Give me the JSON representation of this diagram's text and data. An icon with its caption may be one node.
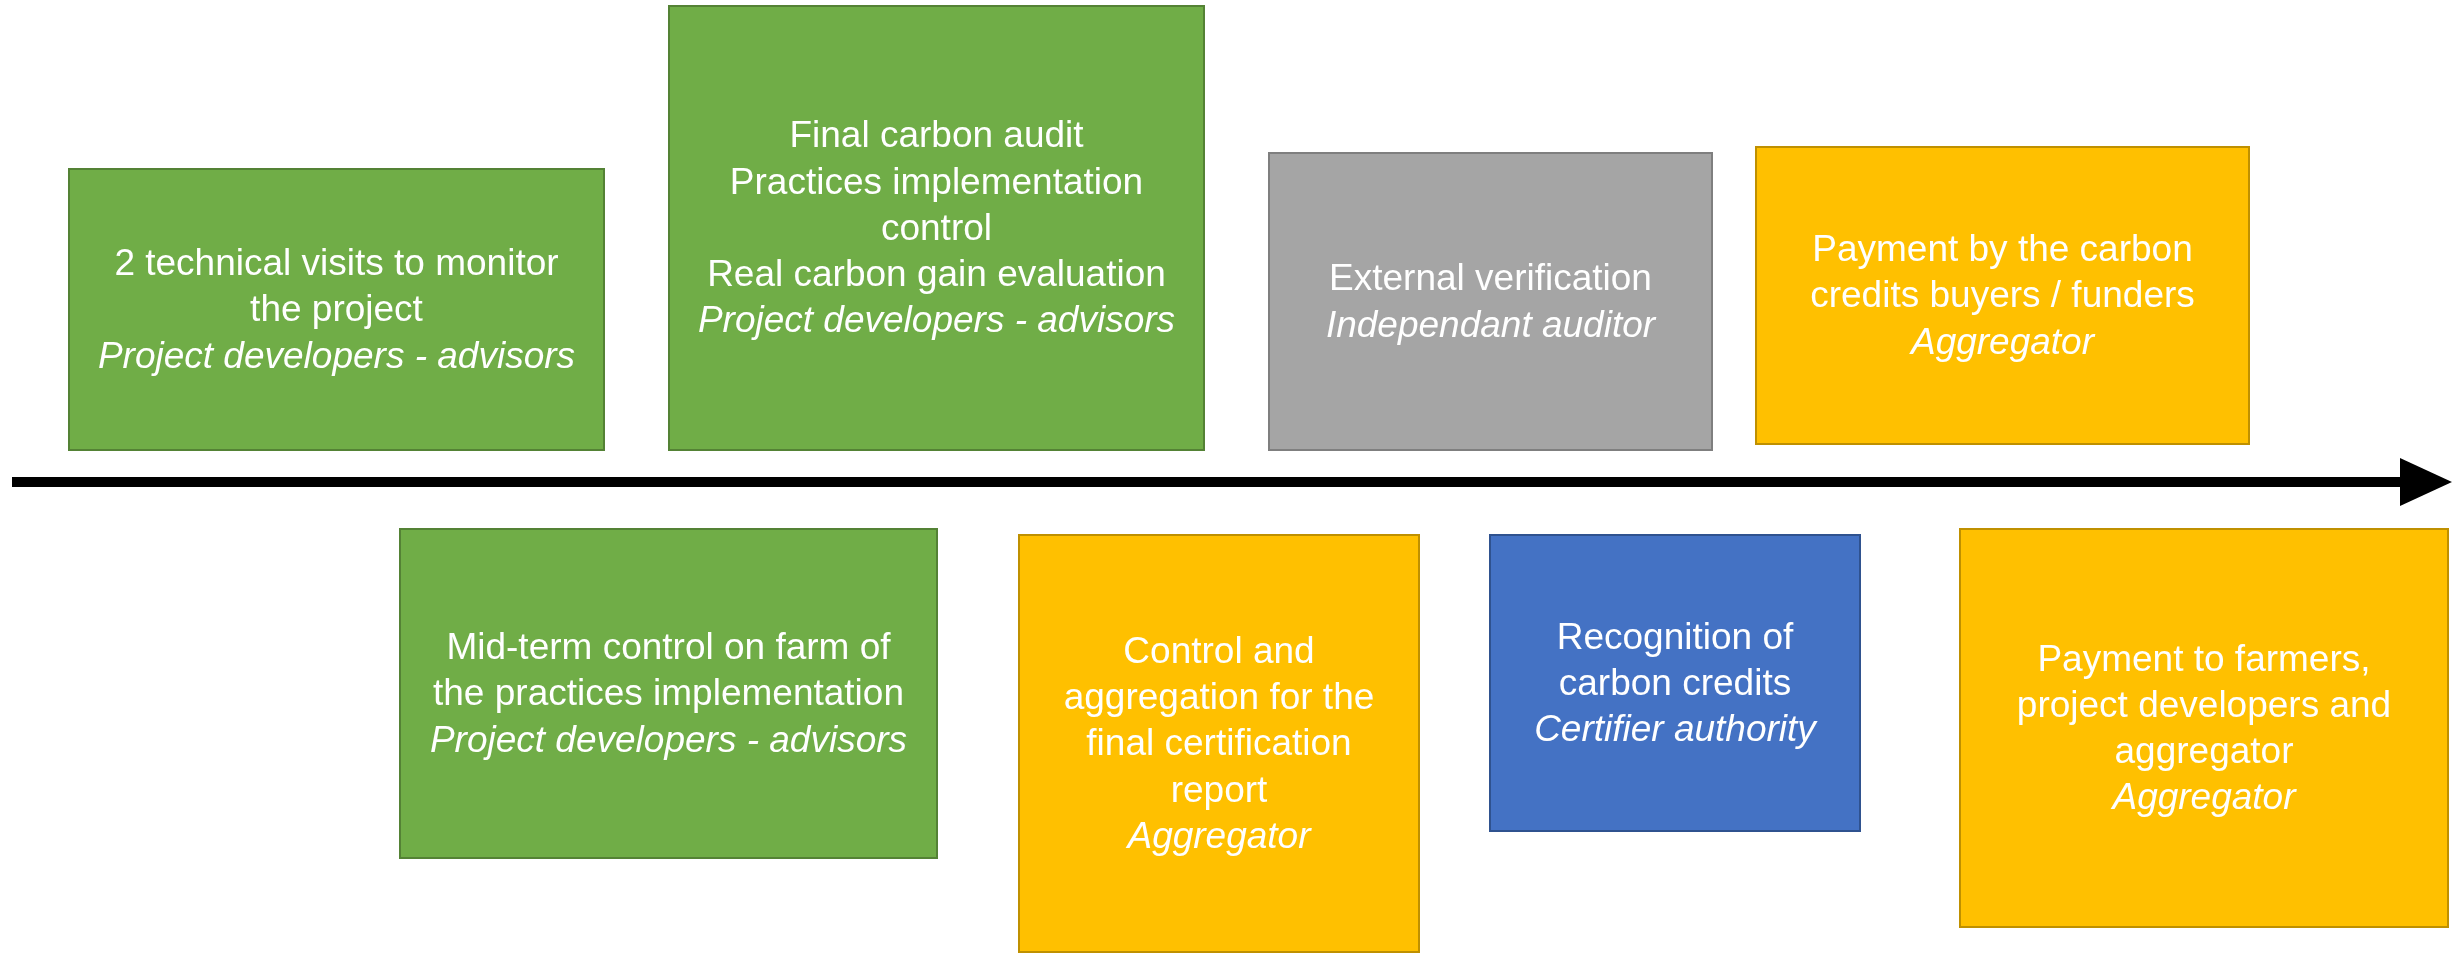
{
  "diagram": {
    "nodes": [
      {
        "text": [
          "2 technical visits to monitor the project",
          "Project developers - advisors"
        ]
      },
      {
        "text": [
          "Mid-term control on farm of the practices implementation",
          "Project developers - advisors"
        ]
      },
      {
        "text": [
          "Final carbon audit",
          "Practices implementation control",
          "Real carbon gain evaluation",
          "Project developers - advisors"
        ]
      },
      {
        "text": [
          "Control and aggregation for the final certification report",
          "Aggregator"
        ]
      },
      {
        "text": [
          "External verification",
          "Independant auditor"
        ]
      },
      {
        "text": [
          "Recognition of carbon credits",
          "Certifier authority"
        ]
      },
      {
        "text": [
          "Payment by the carbon credits buyers / funders",
          "Aggregator"
        ]
      },
      {
        "text": [
          "Payment to farmers, project developers and aggregator",
          "Aggregator"
        ]
      }
    ]
  }
}
